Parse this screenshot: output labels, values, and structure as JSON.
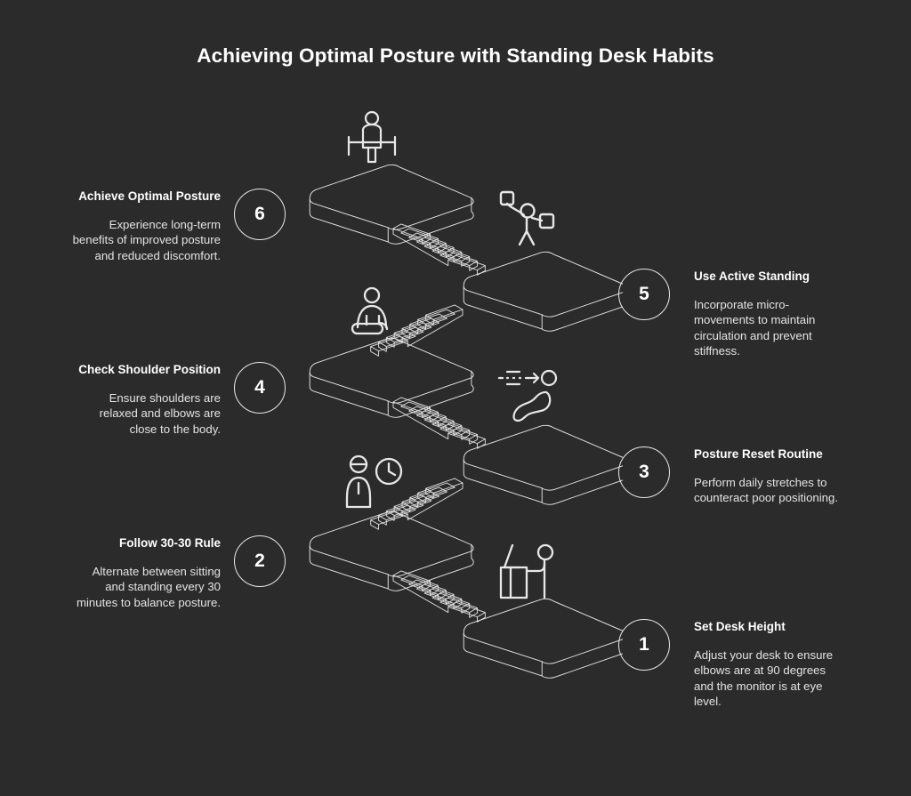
{
  "page": {
    "title": "Achieving Optimal Posture with Standing Desk Habits",
    "background_color": "#2b2b2b",
    "line_color": "#e8e8e8",
    "text_color": "#ffffff",
    "watermark": ""
  },
  "steps": [
    {
      "number": "1",
      "title": "Set Desk Height",
      "description": "Adjust your desk to ensure elbows are at 90 degrees and the monitor is at eye level.",
      "side": "right",
      "icon": "person-at-standing-desk-icon"
    },
    {
      "number": "2",
      "title": "Follow 30-30 Rule",
      "description": "Alternate between sitting and standing every 30 minutes to balance posture.",
      "side": "left",
      "icon": "person-with-clock-icon"
    },
    {
      "number": "3",
      "title": "Posture Reset Routine",
      "description": "Perform daily stretches to counteract poor positioning.",
      "side": "right",
      "icon": "stretching-person-icon"
    },
    {
      "number": "4",
      "title": "Check Shoulder Position",
      "description": "Ensure shoulders are relaxed and elbows are close to the body.",
      "side": "left",
      "icon": "seated-meditating-person-icon"
    },
    {
      "number": "5",
      "title": "Use Active Standing",
      "description": "Incorporate micro-movements to maintain circulation and prevent stiffness.",
      "side": "right",
      "icon": "person-lifting-weights-icon"
    },
    {
      "number": "6",
      "title": "Achieve Optimal Posture",
      "description": "Experience long-term benefits of improved posture and reduced discomfort.",
      "side": "left",
      "icon": "person-standing-at-desk-icon"
    }
  ],
  "illustration": {
    "name": "isometric-staircase",
    "platform_count": 6,
    "description": "Isometric outline staircase of six rounded platforms connected by flights of stairs, descending from upper-left to lower-right"
  }
}
